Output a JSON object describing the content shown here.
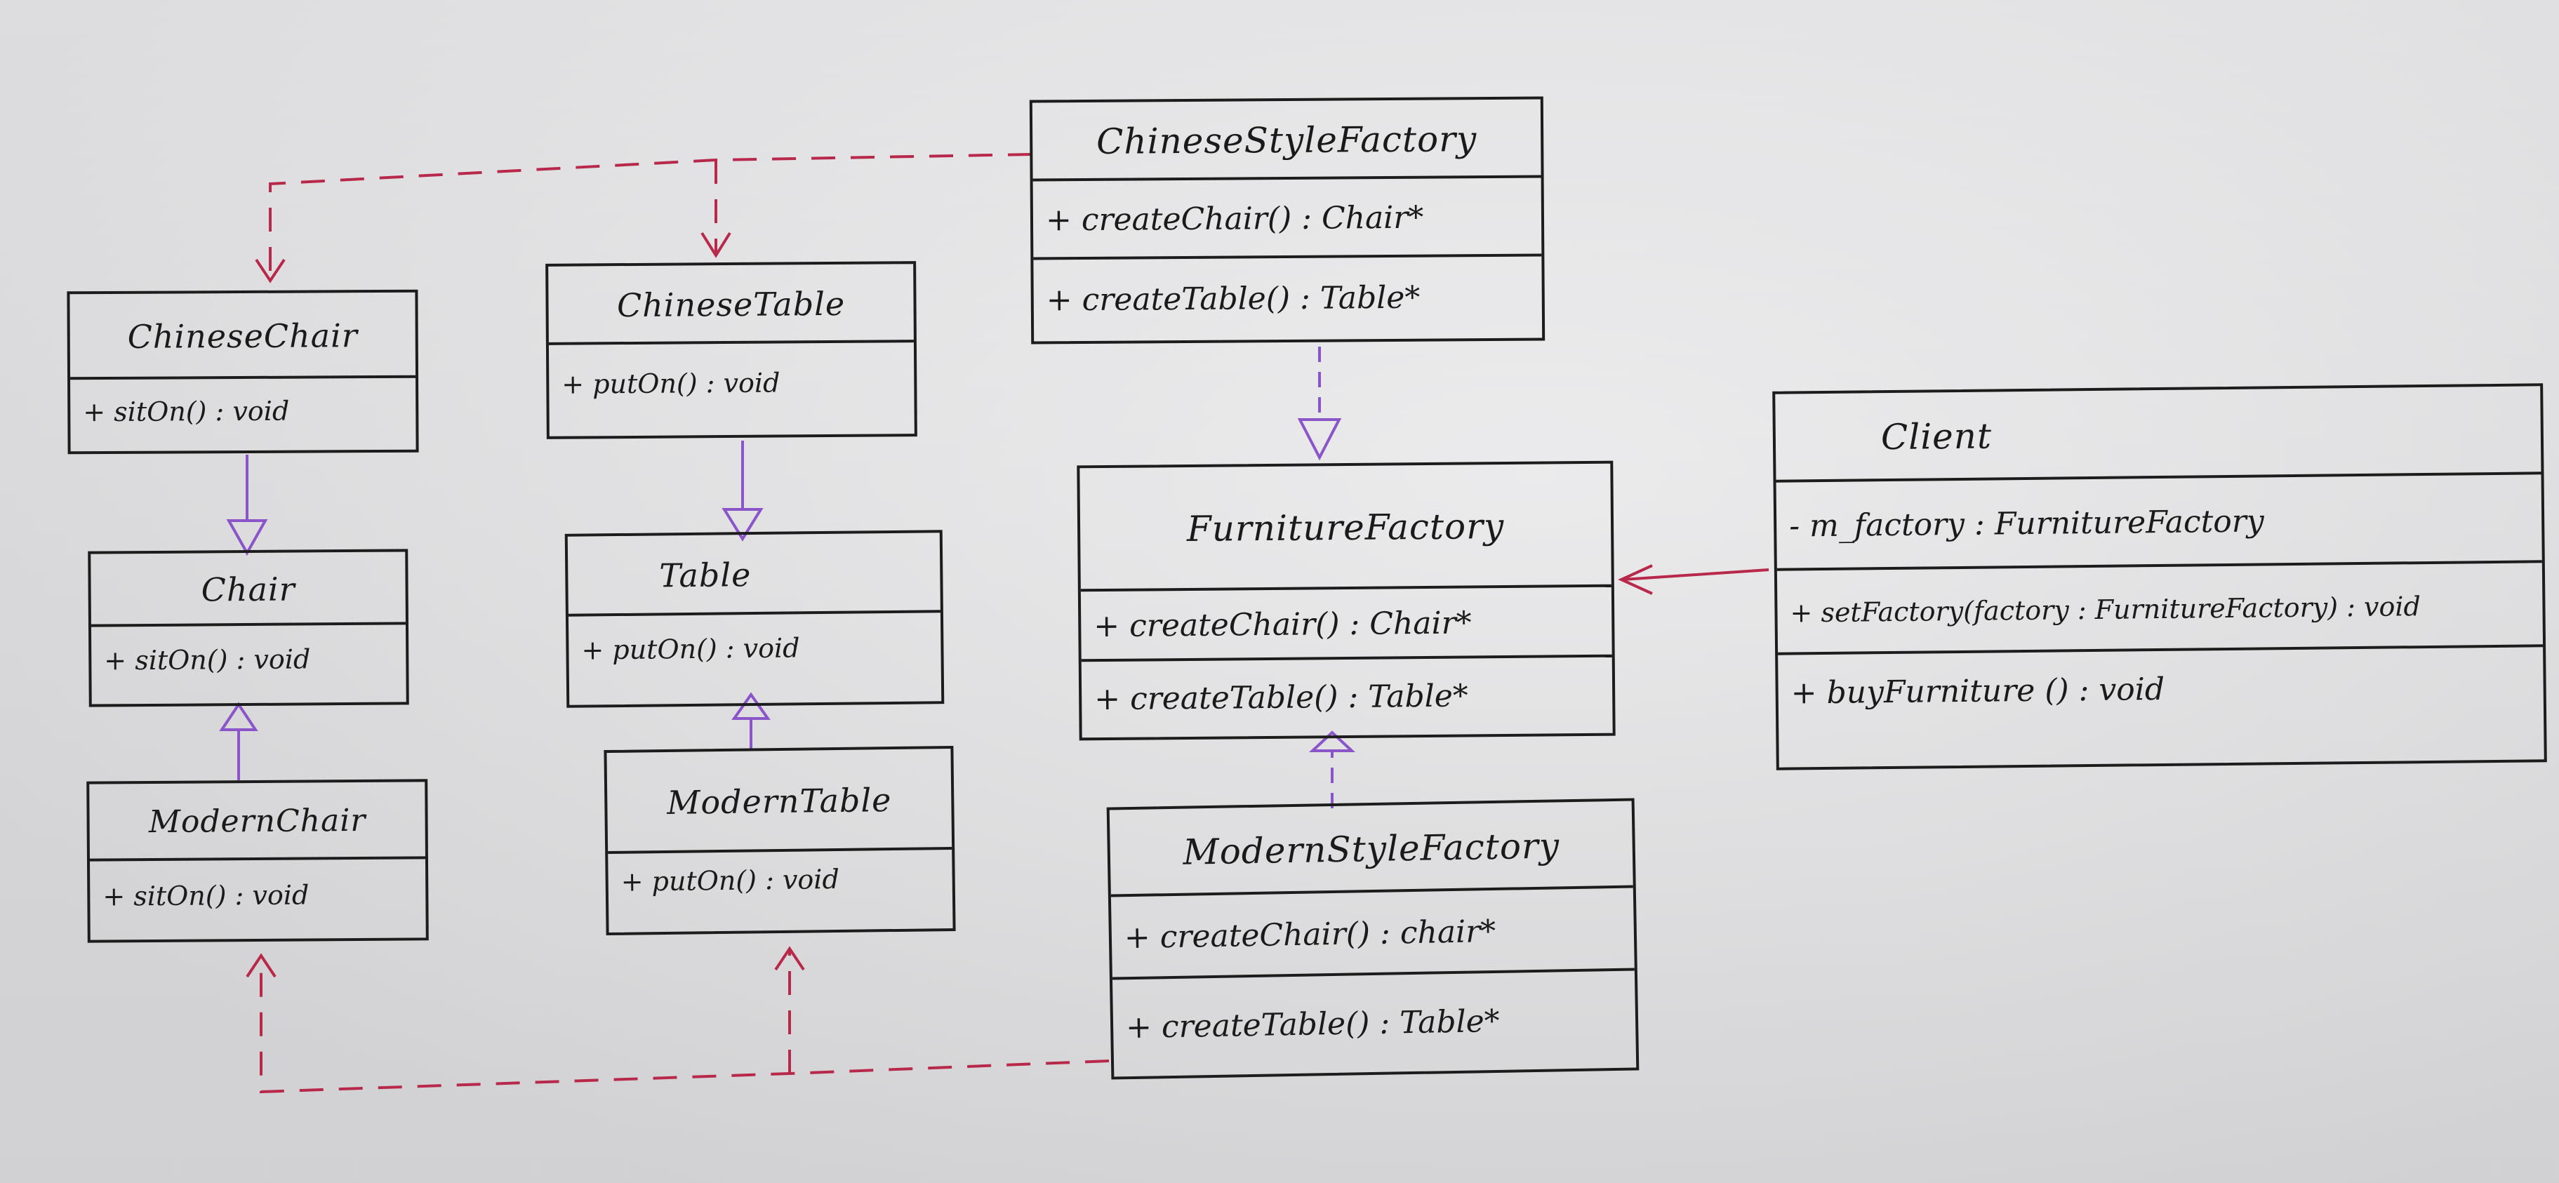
{
  "classes": {
    "chinese_style_factory": {
      "name": "ChineseStyleFactory",
      "methods": [
        "+ createChair() : Chair*",
        "+ createTable() : Table*"
      ]
    },
    "furniture_factory": {
      "name": "FurnitureFactory",
      "methods": [
        "+ createChair() : Chair*",
        "+ createTable() : Table*"
      ]
    },
    "modern_style_factory": {
      "name": "ModernStyleFactory",
      "methods": [
        "+ createChair() : chair*",
        "+ createTable() : Table*"
      ]
    },
    "client": {
      "name": "Client",
      "attributes": [
        "- m_factory : FurnitureFactory"
      ],
      "methods": [
        "+ setFactory(factory : FurnitureFactory) : void",
        "+ buyFurniture () : void"
      ]
    },
    "chinese_chair": {
      "name": "ChineseChair",
      "methods": [
        "+ sitOn() : void"
      ]
    },
    "chair": {
      "name": "Chair",
      "methods": [
        "+ sitOn() : void"
      ]
    },
    "modern_chair": {
      "name": "ModernChair",
      "methods": [
        "+ sitOn() : void"
      ]
    },
    "chinese_table": {
      "name": "ChineseTable",
      "methods": [
        "+ putOn() : void"
      ]
    },
    "table": {
      "name": "Table",
      "methods": [
        "+ putOn() : void"
      ]
    },
    "modern_table": {
      "name": "ModernTable",
      "methods": [
        "+ putOn() : void"
      ]
    }
  },
  "colors": {
    "ink": "#1c1c1c",
    "generalization": "#8a55c8",
    "dependency": "#b8284a",
    "association": "#b8284a"
  }
}
